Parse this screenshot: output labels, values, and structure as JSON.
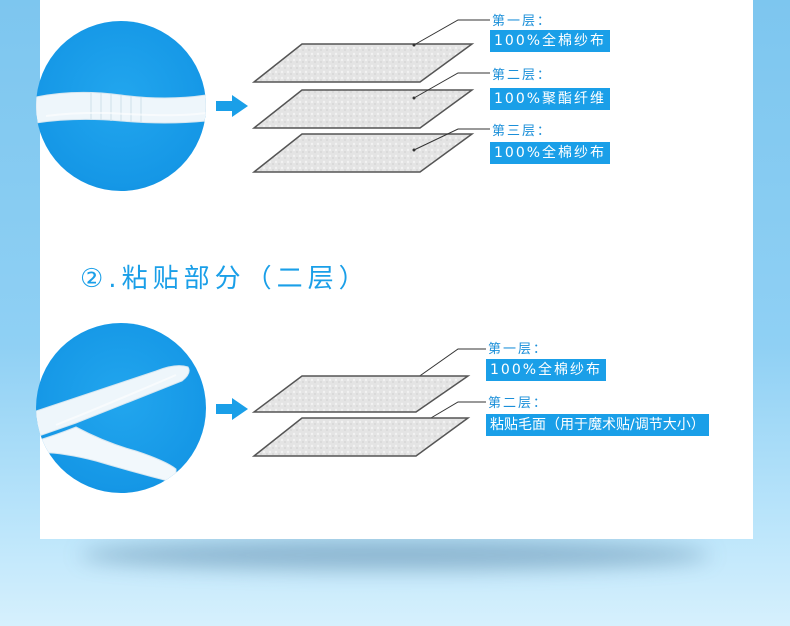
{
  "colors": {
    "accent": "#1a9fe8",
    "circle_blue": "#1597e6",
    "background_blue": "#7dc6ef",
    "fabric_gray": "#e2e2e2"
  },
  "section1": {
    "arrow_icon": "right-arrow-icon",
    "layers": [
      {
        "label": "第一层：",
        "material": "100%全棉纱布"
      },
      {
        "label": "第二层：",
        "material": "100%聚酯纤维"
      },
      {
        "label": "第三层：",
        "material": "100%全棉纱布"
      }
    ]
  },
  "section2": {
    "title": "②.粘贴部分（二层）",
    "arrow_icon": "right-arrow-icon",
    "layers": [
      {
        "label": "第一层：",
        "material": "100%全棉纱布"
      },
      {
        "label": "第二层：",
        "material": "粘贴毛面（用于魔术贴/调节大小）"
      }
    ]
  }
}
